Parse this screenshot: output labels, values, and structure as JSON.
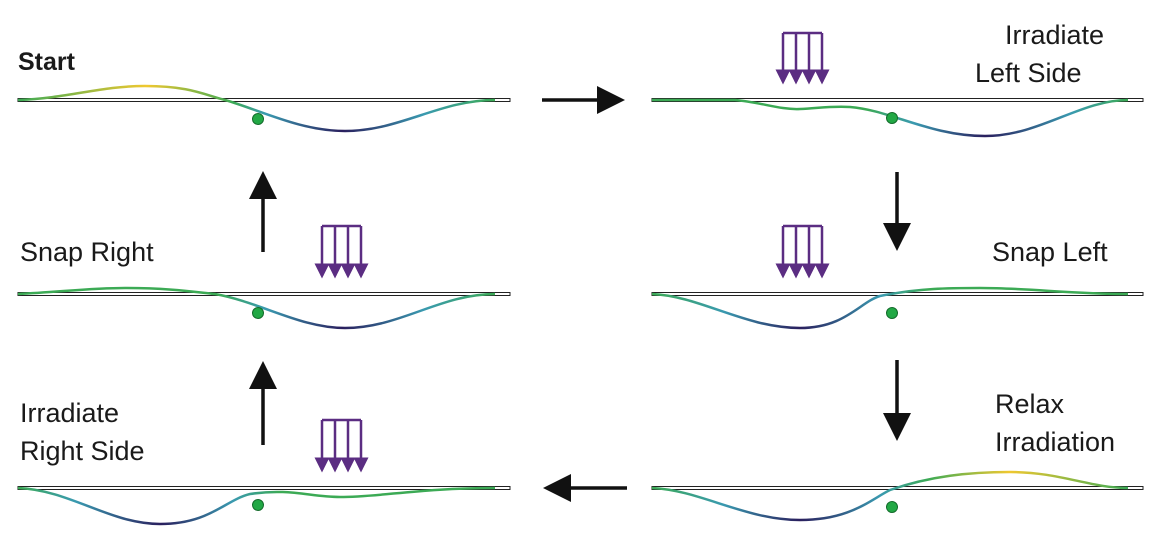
{
  "labels": {
    "start": "Start",
    "irradiate_left_1": "Irradiate",
    "irradiate_left_2": "Left Side",
    "snap_right": "Snap Right",
    "snap_left": "Snap Left",
    "relax_1": "Relax",
    "relax_2": "Irradiation",
    "irradiate_right_1": "Irradiate",
    "irradiate_right_2": "Right Side"
  },
  "colors": {
    "light_arrows": "#5b2d82",
    "pivot_dot": "#22a845",
    "flow_arrows": "#111111",
    "high": "#f0d030",
    "mid": "#3caa55",
    "low": "#2a1f5e"
  }
}
